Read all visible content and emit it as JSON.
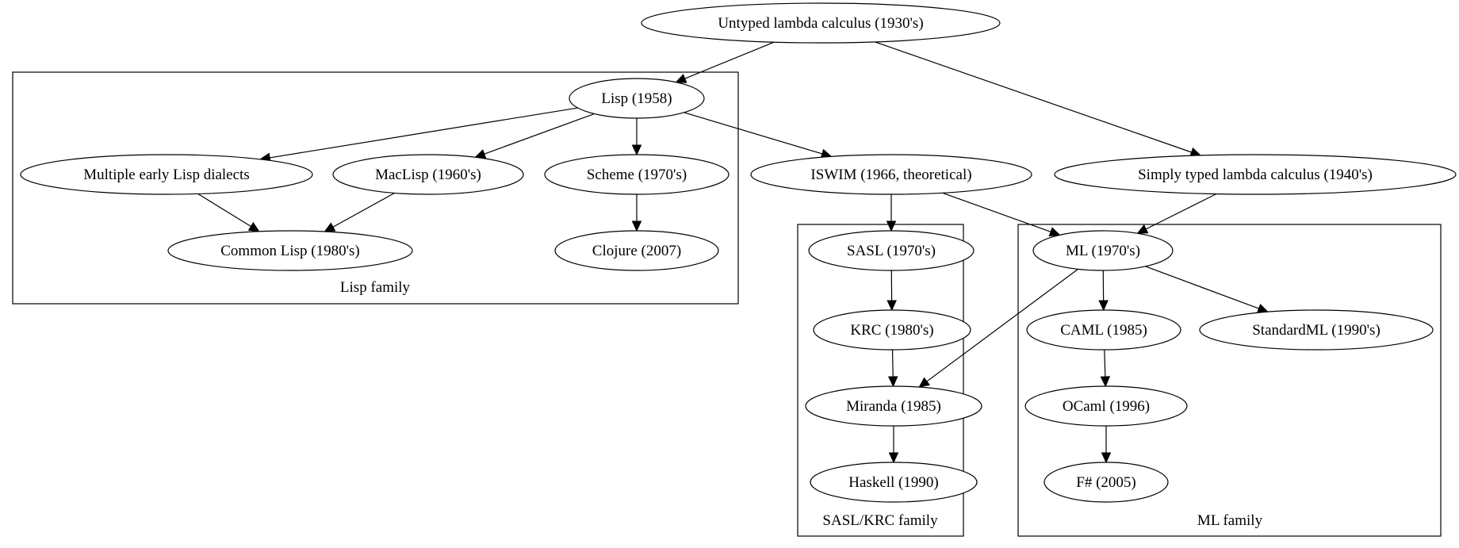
{
  "clusters": {
    "lisp": "Lisp family",
    "sasl": "SASL/KRC family",
    "ml": "ML family"
  },
  "nodes": {
    "untyped": "Untyped lambda calculus (1930's)",
    "lisp": "Lisp (1958)",
    "early_lisp": "Multiple early Lisp dialects",
    "maclisp": "MacLisp (1960's)",
    "scheme": "Scheme (1970's)",
    "iswim": "ISWIM (1966, theoretical)",
    "simply_typed": "Simply typed lambda calculus (1940's)",
    "common_lisp": "Common Lisp (1980's)",
    "clojure": "Clojure (2007)",
    "sasl": "SASL (1970's)",
    "ml": "ML (1970's)",
    "krc": "KRC (1980's)",
    "caml": "CAML (1985)",
    "standardml": "StandardML (1990's)",
    "miranda": "Miranda (1985)",
    "ocaml": "OCaml (1996)",
    "haskell": "Haskell (1990)",
    "fsharp": "F# (2005)"
  },
  "edges": [
    {
      "from": "untyped",
      "to": "lisp"
    },
    {
      "from": "untyped",
      "to": "simply_typed"
    },
    {
      "from": "lisp",
      "to": "early_lisp"
    },
    {
      "from": "lisp",
      "to": "maclisp"
    },
    {
      "from": "lisp",
      "to": "scheme"
    },
    {
      "from": "lisp",
      "to": "iswim"
    },
    {
      "from": "early_lisp",
      "to": "common_lisp"
    },
    {
      "from": "maclisp",
      "to": "common_lisp"
    },
    {
      "from": "scheme",
      "to": "clojure"
    },
    {
      "from": "iswim",
      "to": "sasl"
    },
    {
      "from": "iswim",
      "to": "ml"
    },
    {
      "from": "simply_typed",
      "to": "ml"
    },
    {
      "from": "sasl",
      "to": "krc"
    },
    {
      "from": "krc",
      "to": "miranda"
    },
    {
      "from": "miranda",
      "to": "haskell"
    },
    {
      "from": "ml",
      "to": "miranda"
    },
    {
      "from": "ml",
      "to": "caml"
    },
    {
      "from": "ml",
      "to": "standardml"
    },
    {
      "from": "caml",
      "to": "ocaml"
    },
    {
      "from": "ocaml",
      "to": "fsharp"
    }
  ]
}
